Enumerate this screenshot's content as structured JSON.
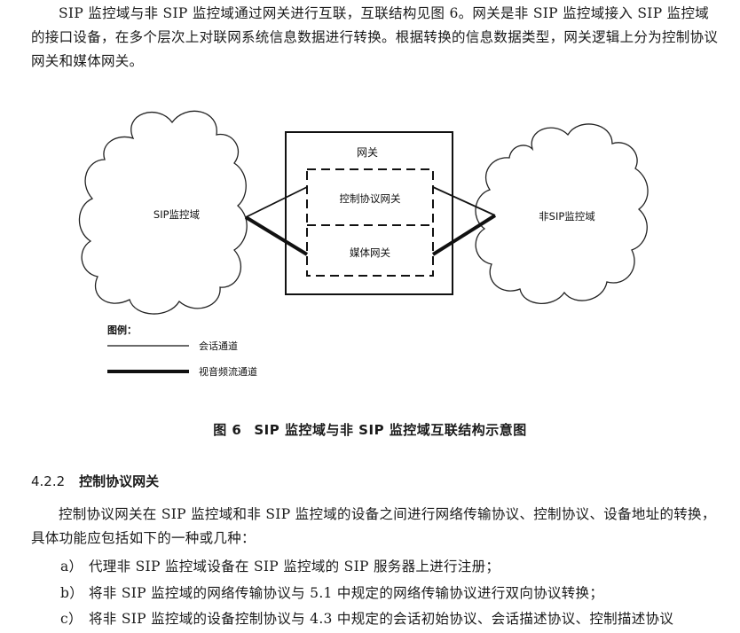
{
  "intro_paragraph": "SIP 监控域与非 SIP 监控域通过网关进行互联，互联结构见图 6。网关是非 SIP 监控域接入 SIP 监控域的接口设备，在多个层次上对联网系统信息数据进行转换。根据转换的信息数据类型，网关逻辑上分为控制协议网关和媒体网关。",
  "diagram": {
    "sip_domain_label": "SIP监控域",
    "non_sip_domain_label": "非SIP监控域",
    "gateway_label": "网关",
    "control_gateway_label": "控制协议网关",
    "media_gateway_label": "媒体网关",
    "legend_title": "图例：",
    "legend_session": "会话通道",
    "legend_av": "视音频流通道"
  },
  "figure_caption": {
    "number": "图 6",
    "title": "SIP 监控域与非 SIP 监控域互联结构示意图"
  },
  "section": {
    "number": "4.2.2",
    "title": "控制协议网关"
  },
  "section_paragraph": "控制协议网关在 SIP 监控域和非 SIP 监控域的设备之间进行网络传输协议、控制协议、设备地址的转换，具体功能应包括如下的一种或几种：",
  "list_items": [
    {
      "marker": "a）",
      "text": "代理非 SIP 监控域设备在 SIP 监控域的 SIP 服务器上进行注册；"
    },
    {
      "marker": "b）",
      "text": "将非 SIP 监控域的网络传输协议与 5.1 中规定的网络传输协议进行双向协议转换；"
    },
    {
      "marker": "c）",
      "text": "将非 SIP 监控域的设备控制协议与 4.3 中规定的会话初始协议、会话描述协议、控制描述协议"
    }
  ]
}
